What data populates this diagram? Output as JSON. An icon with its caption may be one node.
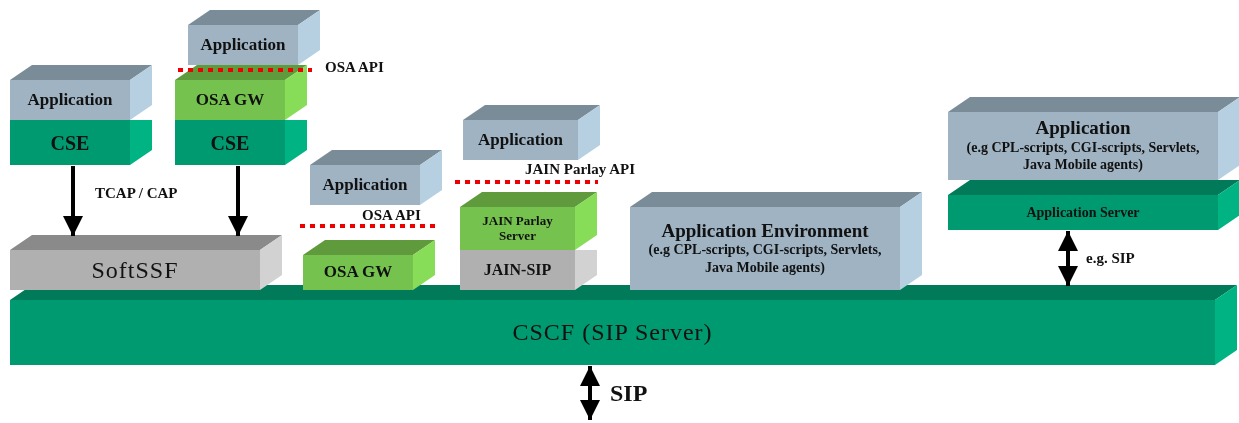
{
  "diagram": {
    "nodes": [
      {
        "text": [
          "Application"
        ]
      },
      {
        "text": [
          "CSE"
        ]
      },
      {
        "text": [
          "Application"
        ]
      },
      {
        "text": [
          "OSA GW"
        ]
      },
      {
        "text": [
          "CSE"
        ]
      },
      {
        "text": [
          "SoftSSF"
        ]
      },
      {
        "text": [
          "Application"
        ]
      },
      {
        "text": [
          "OSA GW"
        ]
      },
      {
        "text": [
          "Application"
        ]
      },
      {
        "text": [
          "JAIN Parlay Server"
        ]
      },
      {
        "text": [
          "JAIN-SIP"
        ]
      },
      {
        "text": [
          "Application Environment",
          "(e.g CPL-scripts, CGI-scripts, Servlets, Java Mobile agents)"
        ]
      },
      {
        "text": [
          "Application",
          "(e.g CPL-scripts, CGI-scripts, Servlets, Java Mobile agents)"
        ]
      },
      {
        "text": [
          "Application Server"
        ]
      },
      {
        "text": [
          "CSCF (SIP Server)"
        ]
      }
    ],
    "edges": [
      {
        "from": 1,
        "to": 5,
        "arrow": "to"
      },
      {
        "from": 4,
        "to": 5,
        "arrow": "to"
      },
      {
        "from": 13,
        "to": 14,
        "arrow": "both",
        "label": "e.g. SIP"
      },
      {
        "from": 14,
        "to": null,
        "arrow": "both",
        "label": "SIP"
      }
    ],
    "labels": [
      "OSA API",
      "TCAP / CAP",
      "OSA API",
      "JAIN Parlay API"
    ]
  }
}
